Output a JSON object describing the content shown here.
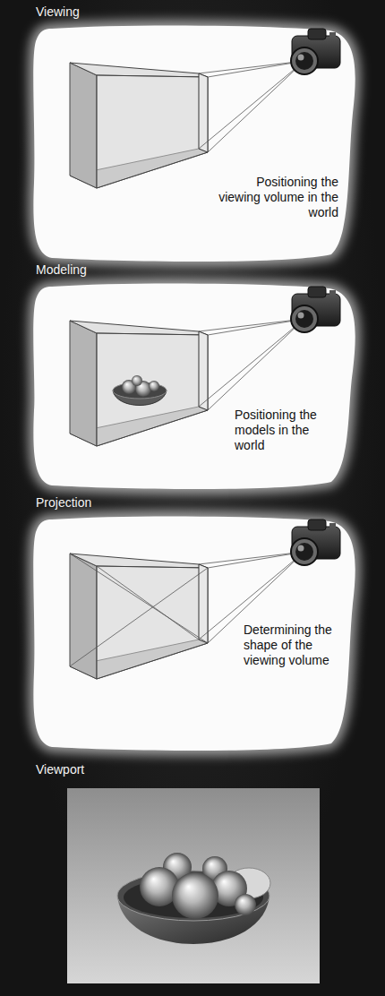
{
  "diagram": {
    "nodes": [
      {
        "text": [
          "Viewing",
          "Positioning the viewing volume in the world"
        ]
      },
      {
        "text": [
          "Modeling",
          "Positioning the models in the world"
        ]
      },
      {
        "text": [
          "Projection",
          "Determining the shape of the viewing volume"
        ]
      },
      {
        "text": [
          "Viewport"
        ]
      }
    ]
  }
}
